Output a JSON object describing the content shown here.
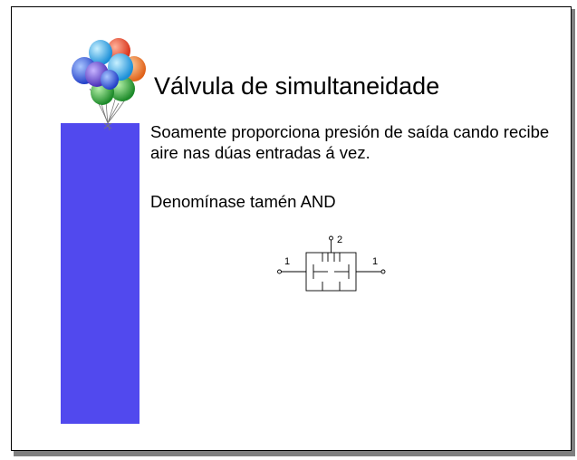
{
  "slide": {
    "title": "Válvula de simultaneidade",
    "paragraphs": [
      "Soamente proporciona presión de saída cando recibe aire nas dúas entradas á vez.",
      "Denomínase tamén AND"
    ]
  },
  "decoration": {
    "side_bar_color": "#5149ee",
    "clipart": "balloons-icon"
  },
  "symbol": {
    "name": "and-valve-symbol-icon",
    "port_labels": {
      "left": "1",
      "top": "2",
      "right": "1"
    }
  }
}
